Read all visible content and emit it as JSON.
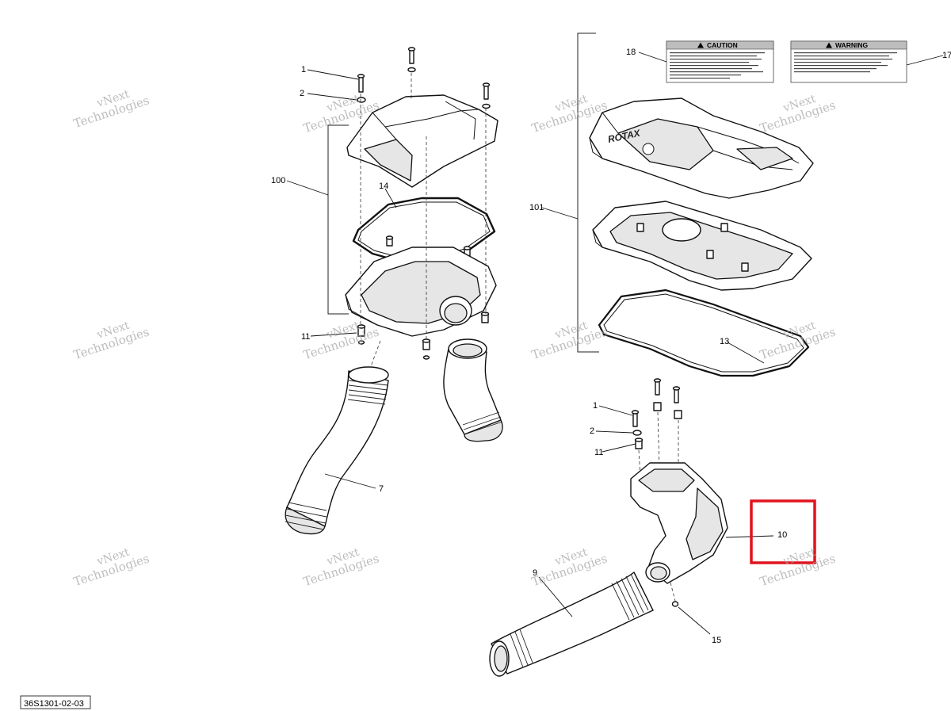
{
  "callouts": {
    "c1a": "1",
    "c2a": "2",
    "c100": "100",
    "c14": "14",
    "c11a": "11",
    "c7": "7",
    "c18": "18",
    "c17": "17",
    "c101": "101",
    "c13": "13",
    "c1b": "1",
    "c2b": "2",
    "c11b": "11",
    "c10": "10",
    "c9": "9",
    "c15": "15"
  },
  "labels": {
    "caution": "CAUTION",
    "warning": "WARNING",
    "rotax_logo": "ROTAX"
  },
  "reference_code": "36S1301-02-03",
  "watermark": {
    "line1": "vNext",
    "line2": "Technologies"
  },
  "highlight": {
    "target_callout": "10",
    "color": "#e0141e"
  }
}
